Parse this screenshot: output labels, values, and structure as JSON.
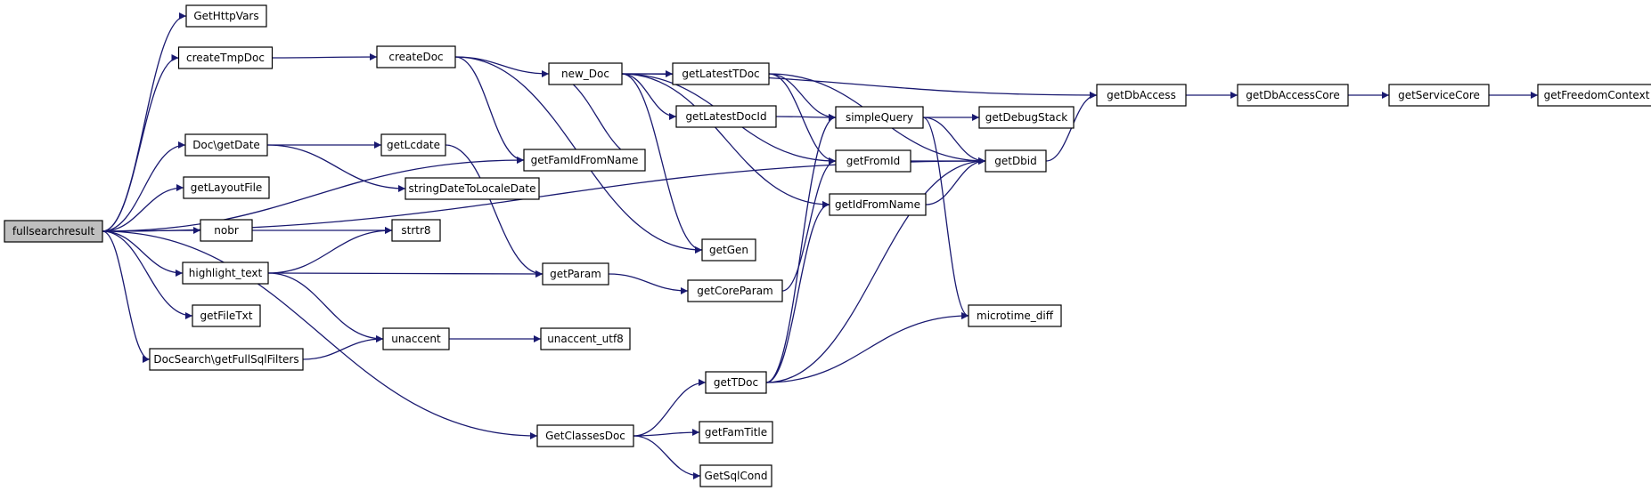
{
  "graph": {
    "title": "",
    "nodes": [
      {
        "id": "fullsearchresult",
        "label": "fullsearchresult",
        "root": true
      },
      {
        "id": "GetHttpVars",
        "label": "GetHttpVars"
      },
      {
        "id": "createTmpDoc",
        "label": "createTmpDoc"
      },
      {
        "id": "createDoc",
        "label": "createDoc"
      },
      {
        "id": "new_Doc",
        "label": "new_Doc"
      },
      {
        "id": "getLatestTDoc",
        "label": "getLatestTDoc"
      },
      {
        "id": "getLatestDocId",
        "label": "getLatestDocId"
      },
      {
        "id": "simpleQuery",
        "label": "simpleQuery"
      },
      {
        "id": "getDebugStack",
        "label": "getDebugStack"
      },
      {
        "id": "getDbAccess",
        "label": "getDbAccess"
      },
      {
        "id": "getDbAccessCore",
        "label": "getDbAccessCore"
      },
      {
        "id": "getServiceCore",
        "label": "getServiceCore"
      },
      {
        "id": "getFreedomContext",
        "label": "getFreedomContext"
      },
      {
        "id": "getFamIdFromName",
        "label": "getFamIdFromName"
      },
      {
        "id": "getFromId",
        "label": "getFromId"
      },
      {
        "id": "getDbid",
        "label": "getDbid"
      },
      {
        "id": "Doc_getDate",
        "label": "Doc\\getDate"
      },
      {
        "id": "getLcdate",
        "label": "getLcdate"
      },
      {
        "id": "stringDateToLocaleDate",
        "label": "stringDateToLocaleDate"
      },
      {
        "id": "getLayoutFile",
        "label": "getLayoutFile"
      },
      {
        "id": "getIdFromName",
        "label": "getIdFromName"
      },
      {
        "id": "nobr",
        "label": "nobr"
      },
      {
        "id": "strtr8",
        "label": "strtr8"
      },
      {
        "id": "getGen",
        "label": "getGen"
      },
      {
        "id": "highlight_text",
        "label": "highlight_text"
      },
      {
        "id": "getParam",
        "label": "getParam"
      },
      {
        "id": "getCoreParam",
        "label": "getCoreParam"
      },
      {
        "id": "getFileTxt",
        "label": "getFileTxt"
      },
      {
        "id": "microtime_diff",
        "label": "microtime_diff"
      },
      {
        "id": "DocSearch_getFullSqlFilters",
        "label": "DocSearch\\getFullSqlFilters"
      },
      {
        "id": "unaccent",
        "label": "unaccent"
      },
      {
        "id": "unaccent_utf8",
        "label": "unaccent_utf8"
      },
      {
        "id": "getTDoc",
        "label": "getTDoc"
      },
      {
        "id": "GetClassesDoc",
        "label": "GetClassesDoc"
      },
      {
        "id": "getFamTitle",
        "label": "getFamTitle"
      },
      {
        "id": "GetSqlCond",
        "label": "GetSqlCond"
      }
    ],
    "edges": [
      [
        "fullsearchresult",
        "GetHttpVars"
      ],
      [
        "fullsearchresult",
        "createTmpDoc"
      ],
      [
        "fullsearchresult",
        "getFamIdFromName"
      ],
      [
        "fullsearchresult",
        "Doc_getDate"
      ],
      [
        "fullsearchresult",
        "getLayoutFile"
      ],
      [
        "fullsearchresult",
        "nobr"
      ],
      [
        "fullsearchresult",
        "highlight_text"
      ],
      [
        "fullsearchresult",
        "getFileTxt"
      ],
      [
        "fullsearchresult",
        "DocSearch_getFullSqlFilters"
      ],
      [
        "fullsearchresult",
        "getDbid"
      ],
      [
        "fullsearchresult",
        "GetClassesDoc"
      ],
      [
        "createTmpDoc",
        "createDoc"
      ],
      [
        "createDoc",
        "new_Doc"
      ],
      [
        "createDoc",
        "getFamIdFromName"
      ],
      [
        "createDoc",
        "getGen"
      ],
      [
        "new_Doc",
        "getDbAccess"
      ],
      [
        "new_Doc",
        "getLatestTDoc"
      ],
      [
        "new_Doc",
        "getLatestDocId"
      ],
      [
        "new_Doc",
        "getFamIdFromName"
      ],
      [
        "new_Doc",
        "getFromId"
      ],
      [
        "new_Doc",
        "getIdFromName"
      ],
      [
        "new_Doc",
        "getGen"
      ],
      [
        "getLatestTDoc",
        "simpleQuery"
      ],
      [
        "getLatestTDoc",
        "getFromId"
      ],
      [
        "getLatestTDoc",
        "getDbid"
      ],
      [
        "getLatestDocId",
        "simpleQuery"
      ],
      [
        "simpleQuery",
        "getDebugStack"
      ],
      [
        "simpleQuery",
        "getDbid"
      ],
      [
        "simpleQuery",
        "microtime_diff"
      ],
      [
        "getFromId",
        "getDbid"
      ],
      [
        "getIdFromName",
        "getDbid"
      ],
      [
        "getDbid",
        "getDbAccess"
      ],
      [
        "getDbAccess",
        "getDbAccessCore"
      ],
      [
        "getDbAccessCore",
        "getServiceCore"
      ],
      [
        "getServiceCore",
        "getFreedomContext"
      ],
      [
        "Doc_getDate",
        "getLcdate"
      ],
      [
        "Doc_getDate",
        "stringDateToLocaleDate"
      ],
      [
        "getLcdate",
        "getParam"
      ],
      [
        "nobr",
        "strtr8"
      ],
      [
        "highlight_text",
        "strtr8"
      ],
      [
        "highlight_text",
        "getParam"
      ],
      [
        "highlight_text",
        "unaccent"
      ],
      [
        "getParam",
        "getCoreParam"
      ],
      [
        "getCoreParam",
        "getFromId"
      ],
      [
        "DocSearch_getFullSqlFilters",
        "unaccent"
      ],
      [
        "unaccent",
        "unaccent_utf8"
      ],
      [
        "getTDoc",
        "simpleQuery"
      ],
      [
        "getTDoc",
        "getIdFromName"
      ],
      [
        "getTDoc",
        "getDbid"
      ],
      [
        "getTDoc",
        "microtime_diff"
      ],
      [
        "GetClassesDoc",
        "getTDoc"
      ],
      [
        "GetClassesDoc",
        "getFamTitle"
      ],
      [
        "GetClassesDoc",
        "GetSqlCond"
      ]
    ]
  }
}
